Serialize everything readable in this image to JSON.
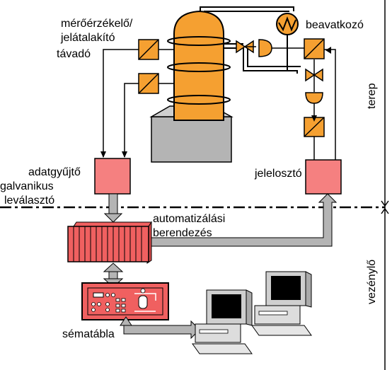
{
  "labels": {
    "transmitter_top": "mérőérzékelő/",
    "transmitter_mid": "jelátalakító",
    "transmitter_bottom": "távadó",
    "actuator": "beavatkozó",
    "collector": "adatgyűjtő",
    "galvanic_1": "galvanikus",
    "galvanic_2": "leválasztó",
    "distributor": "jelelosztó",
    "automation_1": "automatizálási",
    "automation_2": "berendezés",
    "mimic_board": "sématábla",
    "field": "terep",
    "control_room": "vezénylő"
  },
  "colors": {
    "vessel": "#f5a031",
    "base": "#b4b4b4",
    "transmitter_box": "#f5a031",
    "io_box": "#f58080",
    "automation_box": "#f06060",
    "panel": "#f06060",
    "bus_fill": "#b4b4b4",
    "line": "#000000"
  },
  "icons": {
    "transmitter": "diagonal-box-icon",
    "heat_exchanger": "heat-exchanger-icon",
    "valve": "valve-icon",
    "actuator_head": "actuator-head-icon",
    "computer": "computer-workstation-icon"
  }
}
